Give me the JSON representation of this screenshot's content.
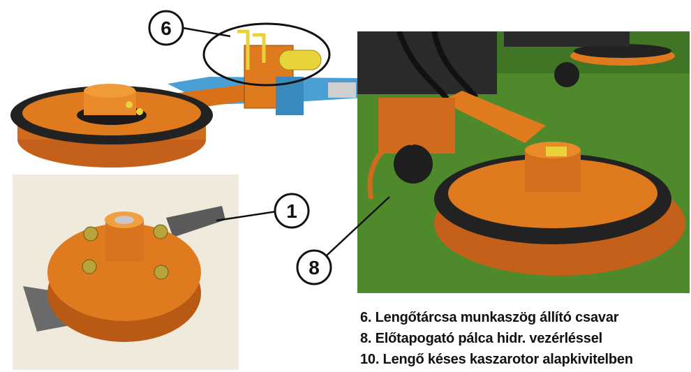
{
  "callouts": {
    "six": "6",
    "one": "1",
    "eight": "8"
  },
  "legend": [
    "6. Lengőtárcsa munkaszög állító csavar",
    "8. Előtapogató pálca hidr. vezérléssel",
    "10. Lengő késes kaszarotor alapkivitelben"
  ],
  "colors": {
    "machine_orange": "#e07a1f",
    "tyre_black": "#222222",
    "frame_blue": "#4aa0d4",
    "bolt_yellow": "#e8d43a",
    "grass_green": "#4e8a2c"
  }
}
